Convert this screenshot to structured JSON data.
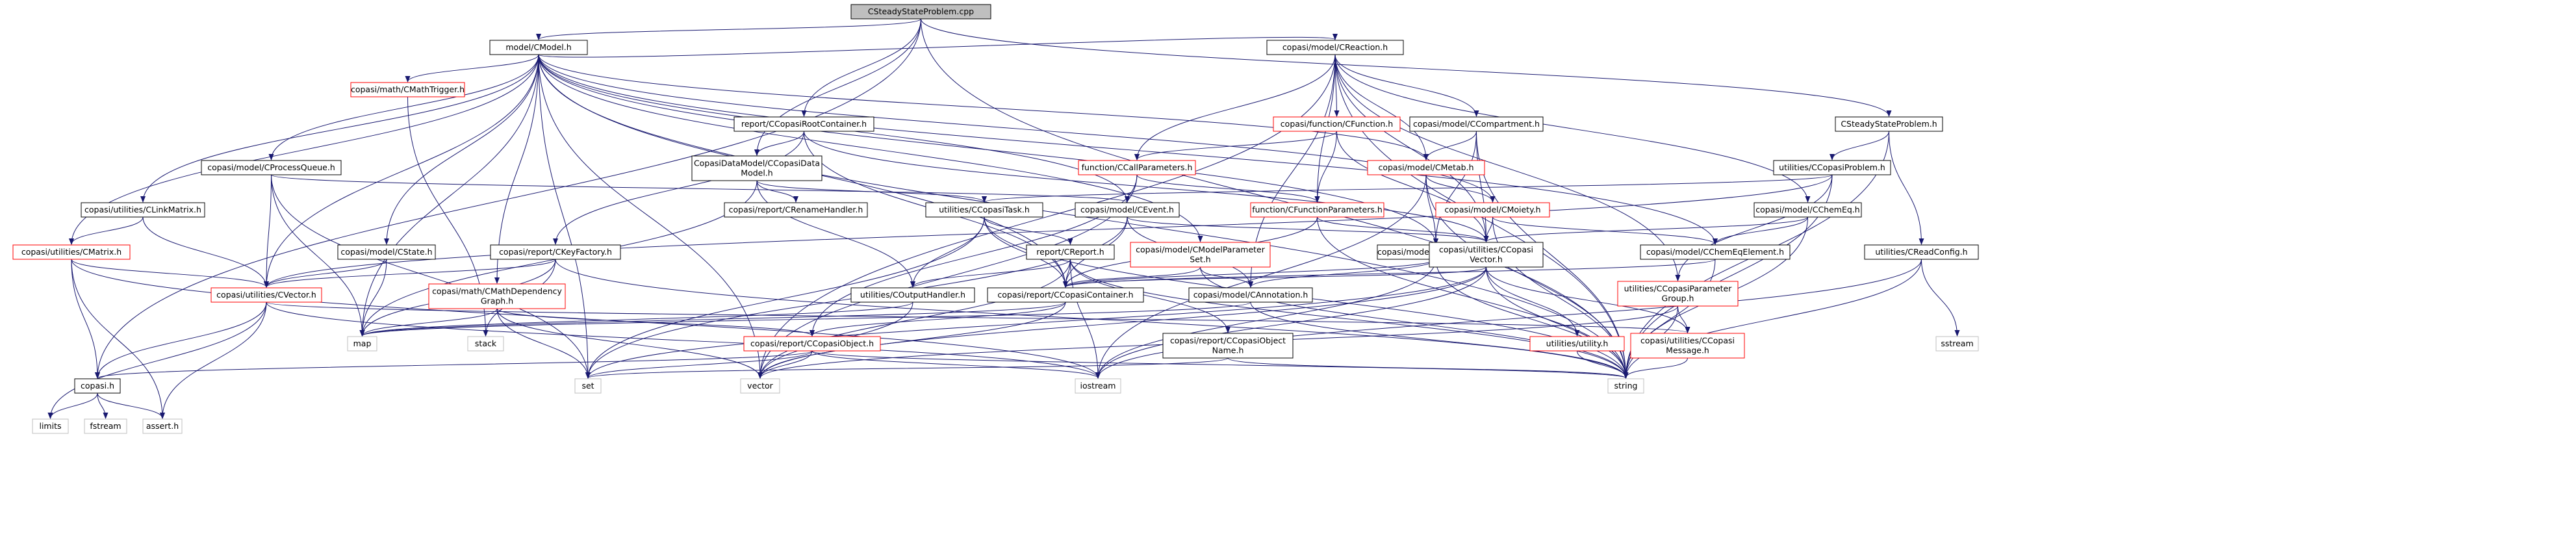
{
  "diagram": {
    "type": "include-dependency-graph",
    "colors": {
      "root_fill": "#bfbfbf",
      "node_fill": "#ffffff",
      "node_border": "#000000",
      "truncated_border": "#ff0000",
      "leaf_border": "#bfbfbf",
      "leaf_text": "#000000",
      "edge": "#191970"
    },
    "nodes": [
      {
        "id": "root",
        "lines": [
          "CSteadyStateProblem.cpp"
        ],
        "kind": "root"
      },
      {
        "id": "cmodel",
        "lines": [
          "model/CModel.h"
        ],
        "kind": "normal"
      },
      {
        "id": "creaction",
        "lines": [
          "copasi/model/CReaction.h"
        ],
        "kind": "normal"
      },
      {
        "id": "cmathtrigger",
        "lines": [
          "copasi/math/CMathTrigger.h"
        ],
        "kind": "truncated"
      },
      {
        "id": "rootcontainer",
        "lines": [
          "report/CCopasiRootContainer.h"
        ],
        "kind": "normal"
      },
      {
        "id": "cfunction",
        "lines": [
          "copasi/function/CFunction.h"
        ],
        "kind": "truncated"
      },
      {
        "id": "ccompartment",
        "lines": [
          "copasi/model/CCompartment.h"
        ],
        "kind": "normal"
      },
      {
        "id": "steadyh",
        "lines": [
          "CSteadyStateProblem.h"
        ],
        "kind": "normal"
      },
      {
        "id": "processqueue",
        "lines": [
          "copasi/model/CProcessQueue.h"
        ],
        "kind": "normal"
      },
      {
        "id": "datamodel",
        "lines": [
          "CopasiDataModel/CCopasiData",
          "Model.h"
        ],
        "kind": "normal"
      },
      {
        "id": "callparams",
        "lines": [
          "function/CCallParameters.h"
        ],
        "kind": "truncated"
      },
      {
        "id": "cmetab",
        "lines": [
          "copasi/model/CMetab.h"
        ],
        "kind": "truncated"
      },
      {
        "id": "copasiproblem",
        "lines": [
          "utilities/CCopasiProblem.h"
        ],
        "kind": "normal"
      },
      {
        "id": "clinkmatrix",
        "lines": [
          "copasi/utilities/CLinkMatrix.h"
        ],
        "kind": "normal"
      },
      {
        "id": "renamehandler",
        "lines": [
          "copasi/report/CRenameHandler.h"
        ],
        "kind": "normal"
      },
      {
        "id": "ccopasitask",
        "lines": [
          "utilities/CCopasiTask.h"
        ],
        "kind": "normal"
      },
      {
        "id": "cevent",
        "lines": [
          "copasi/model/CEvent.h"
        ],
        "kind": "normal"
      },
      {
        "id": "funcparams",
        "lines": [
          "function/CFunctionParameters.h"
        ],
        "kind": "truncated"
      },
      {
        "id": "cmoiety",
        "lines": [
          "copasi/model/CMoiety.h"
        ],
        "kind": "truncated"
      },
      {
        "id": "cchemeq",
        "lines": [
          "copasi/model/CChemEq.h"
        ],
        "kind": "normal"
      },
      {
        "id": "cmatrix",
        "lines": [
          "copasi/utilities/CMatrix.h"
        ],
        "kind": "truncated"
      },
      {
        "id": "ckeyfactory",
        "lines": [
          "copasi/report/CKeyFactory.h"
        ],
        "kind": "normal"
      },
      {
        "id": "cstate",
        "lines": [
          "copasi/model/CState.h"
        ],
        "kind": "normal"
      },
      {
        "id": "creport",
        "lines": [
          "report/CReport.h"
        ],
        "kind": "normal"
      },
      {
        "id": "cmodelparamset",
        "lines": [
          "copasi/model/CModelParameter",
          "Set.h"
        ],
        "kind": "truncated"
      },
      {
        "id": "cmodelvalue",
        "lines": [
          "copasi/model/CModelValue.h"
        ],
        "kind": "normal"
      },
      {
        "id": "copasivector",
        "lines": [
          "copasi/utilities/CCopasi",
          "Vector.h"
        ],
        "kind": "normal"
      },
      {
        "id": "cchemeqelement",
        "lines": [
          "copasi/model/CChemEqElement.h"
        ],
        "kind": "normal"
      },
      {
        "id": "creadconfig",
        "lines": [
          "utilities/CReadConfig.h"
        ],
        "kind": "normal"
      },
      {
        "id": "cvector",
        "lines": [
          "copasi/utilities/CVector.h"
        ],
        "kind": "truncated"
      },
      {
        "id": "mathdepgraph",
        "lines": [
          "copasi/math/CMathDependency",
          "Graph.h"
        ],
        "kind": "truncated"
      },
      {
        "id": "coutputhandler",
        "lines": [
          "utilities/COutputHandler.h"
        ],
        "kind": "normal"
      },
      {
        "id": "copasicontainer",
        "lines": [
          "copasi/report/CCopasiContainer.h"
        ],
        "kind": "normal"
      },
      {
        "id": "cannotation",
        "lines": [
          "copasi/model/CAnnotation.h"
        ],
        "kind": "normal"
      },
      {
        "id": "paramgroup",
        "lines": [
          "utilities/CCopasiParameter",
          "Group.h"
        ],
        "kind": "truncated"
      },
      {
        "id": "stack",
        "lines": [
          "stack"
        ],
        "kind": "leaf"
      },
      {
        "id": "map",
        "lines": [
          "map"
        ],
        "kind": "leaf"
      },
      {
        "id": "copasiobject",
        "lines": [
          "copasi/report/CCopasiObject.h"
        ],
        "kind": "truncated"
      },
      {
        "id": "objectname",
        "lines": [
          "copasi/report/CCopasiObject",
          "Name.h"
        ],
        "kind": "normal"
      },
      {
        "id": "utilityh",
        "lines": [
          "utilities/utility.h"
        ],
        "kind": "truncated"
      },
      {
        "id": "copasimessage",
        "lines": [
          "copasi/utilities/CCopasi",
          "Message.h"
        ],
        "kind": "truncated"
      },
      {
        "id": "sstream",
        "lines": [
          "sstream"
        ],
        "kind": "leaf"
      },
      {
        "id": "copasih",
        "lines": [
          "copasi.h"
        ],
        "kind": "normal"
      },
      {
        "id": "set",
        "lines": [
          "set"
        ],
        "kind": "leaf"
      },
      {
        "id": "vector",
        "lines": [
          "vector"
        ],
        "kind": "leaf"
      },
      {
        "id": "iostream",
        "lines": [
          "iostream"
        ],
        "kind": "leaf"
      },
      {
        "id": "string",
        "lines": [
          "string"
        ],
        "kind": "leaf"
      },
      {
        "id": "limits",
        "lines": [
          "limits"
        ],
        "kind": "leaf"
      },
      {
        "id": "fstream",
        "lines": [
          "fstream"
        ],
        "kind": "leaf"
      },
      {
        "id": "assert",
        "lines": [
          "assert.h"
        ],
        "kind": "leaf"
      }
    ],
    "edges": [
      [
        "root",
        "cmodel"
      ],
      [
        "root",
        "rootcontainer"
      ],
      [
        "root",
        "datamodel"
      ],
      [
        "root",
        "steadyh"
      ],
      [
        "root",
        "copasih"
      ],
      [
        "root",
        "string"
      ],
      [
        "cmodel",
        "creaction"
      ],
      [
        "cmodel",
        "cmathtrigger"
      ],
      [
        "cmodel",
        "processqueue"
      ],
      [
        "cmodel",
        "clinkmatrix"
      ],
      [
        "cmodel",
        "cmatrix"
      ],
      [
        "cmodel",
        "cstate"
      ],
      [
        "cmodel",
        "cvector"
      ],
      [
        "cmodel",
        "mathdepgraph"
      ],
      [
        "cmodel",
        "copasicontainer"
      ],
      [
        "cmodel",
        "cevent"
      ],
      [
        "cmodel",
        "cmodelparamset"
      ],
      [
        "cmodel",
        "cmodelvalue"
      ],
      [
        "cmodel",
        "cmetab"
      ],
      [
        "cmodel",
        "cmoiety"
      ],
      [
        "cmodel",
        "cchemeqelement"
      ],
      [
        "cmodel",
        "map"
      ],
      [
        "cmodel",
        "set"
      ],
      [
        "cmodel",
        "vector"
      ],
      [
        "cmodel",
        "string"
      ],
      [
        "creaction",
        "cfunction"
      ],
      [
        "creaction",
        "ccompartment"
      ],
      [
        "creaction",
        "callparams"
      ],
      [
        "creaction",
        "funcparams"
      ],
      [
        "creaction",
        "cmetab"
      ],
      [
        "creaction",
        "cchemeq"
      ],
      [
        "creaction",
        "copasivector"
      ],
      [
        "creaction",
        "paramgroup"
      ],
      [
        "creaction",
        "cannotation"
      ],
      [
        "creaction",
        "vector"
      ],
      [
        "creaction",
        "string"
      ],
      [
        "cmathtrigger",
        "stack"
      ],
      [
        "rootcontainer",
        "datamodel"
      ],
      [
        "rootcontainer",
        "ckeyfactory"
      ],
      [
        "rootcontainer",
        "copasicontainer"
      ],
      [
        "rootcontainer",
        "copasivector"
      ],
      [
        "cfunction",
        "callparams"
      ],
      [
        "cfunction",
        "funcparams"
      ],
      [
        "cfunction",
        "copasivector"
      ],
      [
        "ccompartment",
        "cmetab"
      ],
      [
        "ccompartment",
        "cmodelvalue"
      ],
      [
        "ccompartment",
        "copasivector"
      ],
      [
        "ccompartment",
        "string"
      ],
      [
        "steadyh",
        "copasiproblem"
      ],
      [
        "steadyh",
        "creadconfig"
      ],
      [
        "steadyh",
        "string"
      ],
      [
        "processqueue",
        "cevent"
      ],
      [
        "processqueue",
        "cvector"
      ],
      [
        "processqueue",
        "map"
      ],
      [
        "processqueue",
        "set"
      ],
      [
        "datamodel",
        "renamehandler"
      ],
      [
        "datamodel",
        "ccopasitask"
      ],
      [
        "datamodel",
        "coutputhandler"
      ],
      [
        "datamodel",
        "map"
      ],
      [
        "callparams",
        "funcparams"
      ],
      [
        "callparams",
        "copasiobject"
      ],
      [
        "callparams",
        "vector"
      ],
      [
        "cmetab",
        "cmoiety"
      ],
      [
        "cmetab",
        "cmodelvalue"
      ],
      [
        "cmetab",
        "iostream"
      ],
      [
        "cmetab",
        "string"
      ],
      [
        "copasiproblem",
        "ccopasitask"
      ],
      [
        "copasiproblem",
        "paramgroup"
      ],
      [
        "copasiproblem",
        "cvector"
      ],
      [
        "copasiproblem",
        "string"
      ],
      [
        "clinkmatrix",
        "cmatrix"
      ],
      [
        "clinkmatrix",
        "cvector"
      ],
      [
        "ccopasitask",
        "creport"
      ],
      [
        "ccopasitask",
        "copasicontainer"
      ],
      [
        "ccopasitask",
        "coutputhandler"
      ],
      [
        "ccopasitask",
        "set"
      ],
      [
        "ccopasitask",
        "string"
      ],
      [
        "cevent",
        "copasivector"
      ],
      [
        "cevent",
        "cannotation"
      ],
      [
        "cevent",
        "copasicontainer"
      ],
      [
        "cevent",
        "set"
      ],
      [
        "funcparams",
        "copasivector"
      ],
      [
        "funcparams",
        "copasicontainer"
      ],
      [
        "funcparams",
        "string"
      ],
      [
        "cmoiety",
        "copasivector"
      ],
      [
        "cmoiety",
        "cchemeqelement"
      ],
      [
        "cmoiety",
        "string"
      ],
      [
        "cchemeq",
        "copasivector"
      ],
      [
        "cchemeq",
        "cchemeqelement"
      ],
      [
        "cchemeq",
        "string"
      ],
      [
        "cmatrix",
        "cvector"
      ],
      [
        "cmatrix",
        "copasih"
      ],
      [
        "cmatrix",
        "assert"
      ],
      [
        "cmatrix",
        "iostream"
      ],
      [
        "ckeyfactory",
        "cvector"
      ],
      [
        "ckeyfactory",
        "stack"
      ],
      [
        "ckeyfactory",
        "map"
      ],
      [
        "ckeyfactory",
        "string"
      ],
      [
        "cstate",
        "cvector"
      ],
      [
        "cstate",
        "map"
      ],
      [
        "creport",
        "coutputhandler"
      ],
      [
        "creport",
        "copasicontainer"
      ],
      [
        "creport",
        "objectname"
      ],
      [
        "creport",
        "vector"
      ],
      [
        "creport",
        "iostream"
      ],
      [
        "creport",
        "string"
      ],
      [
        "cmodelparamset",
        "copasicontainer"
      ],
      [
        "cmodelparamset",
        "cannotation"
      ],
      [
        "cmodelparamset",
        "string"
      ],
      [
        "cmodelvalue",
        "copasicontainer"
      ],
      [
        "cmodelvalue",
        "cannotation"
      ],
      [
        "cmodelvalue",
        "iostream"
      ],
      [
        "cmodelvalue",
        "string"
      ],
      [
        "copasivector",
        "copasicontainer"
      ],
      [
        "copasivector",
        "utilityh"
      ],
      [
        "copasivector",
        "copasimessage"
      ],
      [
        "copasivector",
        "set"
      ],
      [
        "copasivector",
        "vector"
      ],
      [
        "copasivector",
        "iostream"
      ],
      [
        "copasivector",
        "string"
      ],
      [
        "cchemeqelement",
        "copasicontainer"
      ],
      [
        "cchemeqelement",
        "string"
      ],
      [
        "creadconfig",
        "sstream"
      ],
      [
        "creadconfig",
        "string"
      ],
      [
        "creadconfig",
        "iostream"
      ],
      [
        "cvector",
        "copasih"
      ],
      [
        "cvector",
        "copasimessage"
      ],
      [
        "cvector",
        "limits"
      ],
      [
        "cvector",
        "assert"
      ],
      [
        "cvector",
        "iostream"
      ],
      [
        "mathdepgraph",
        "copasiobject"
      ],
      [
        "mathdepgraph",
        "map"
      ],
      [
        "mathdepgraph",
        "set"
      ],
      [
        "mathdepgraph",
        "vector"
      ],
      [
        "coutputhandler",
        "map"
      ],
      [
        "coutputhandler",
        "vector"
      ],
      [
        "copasicontainer",
        "copasiobject"
      ],
      [
        "copasicontainer",
        "map"
      ],
      [
        "copasicontainer",
        "vector"
      ],
      [
        "cannotation",
        "map"
      ],
      [
        "cannotation",
        "string"
      ],
      [
        "paramgroup",
        "copasimessage"
      ],
      [
        "paramgroup",
        "vector"
      ],
      [
        "paramgroup",
        "string"
      ],
      [
        "copasiobject",
        "copasih"
      ],
      [
        "copasiobject",
        "set"
      ],
      [
        "copasiobject",
        "vector"
      ],
      [
        "copasiobject",
        "iostream"
      ],
      [
        "copasiobject",
        "string"
      ],
      [
        "objectname",
        "set"
      ],
      [
        "objectname",
        "string"
      ],
      [
        "utilityh",
        "string"
      ],
      [
        "copasimessage",
        "string"
      ],
      [
        "copasih",
        "limits"
      ],
      [
        "copasih",
        "fstream"
      ],
      [
        "copasih",
        "assert"
      ]
    ]
  }
}
